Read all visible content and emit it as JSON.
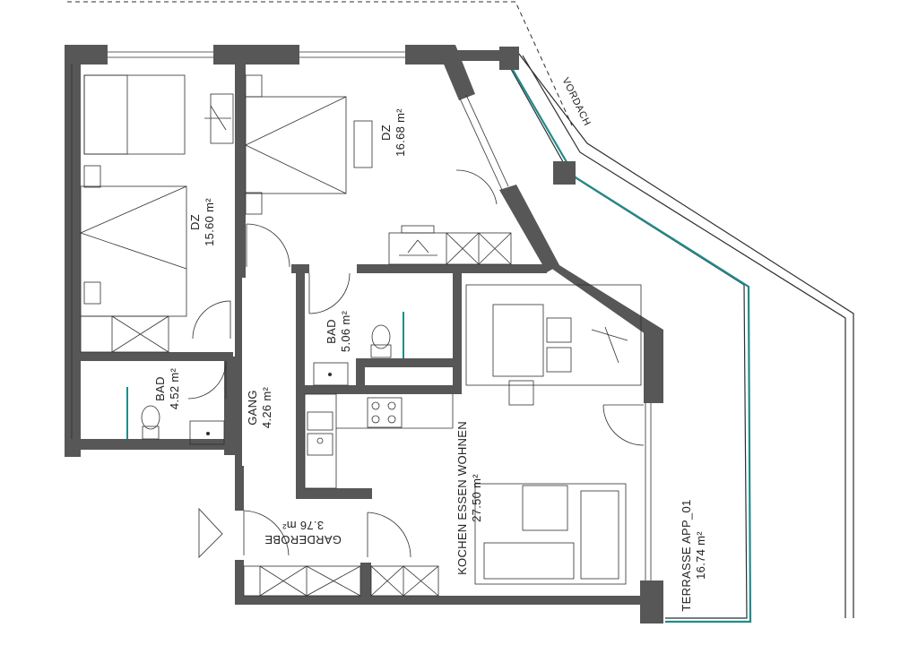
{
  "rooms": {
    "dz_left": {
      "name": "DZ",
      "area": "15.60 m²"
    },
    "dz_right": {
      "name": "DZ",
      "area": "16.68 m²"
    },
    "bad_left": {
      "name": "BAD",
      "area": "4.52 m²"
    },
    "bad_mid": {
      "name": "BAD",
      "area": "5.06 m²"
    },
    "gang": {
      "name": "GANG",
      "area": "4.26 m²"
    },
    "garderobe": {
      "name": "GARDEROBE",
      "area": "3.76 m²"
    },
    "kochen": {
      "name": "KOCHEN ESSEN WOHNEN",
      "area": "27.50 m²"
    },
    "terrasse": {
      "name": "TERRASSE APP_01",
      "area": "16.74 m²"
    }
  },
  "annotations": {
    "vordach": "VORDACH"
  },
  "colors": {
    "wall": "#575757",
    "glass_rail": "#1f8c8c",
    "line": "#2f2f2f"
  },
  "icons": {
    "entrance": "entrance-arrow-icon"
  }
}
